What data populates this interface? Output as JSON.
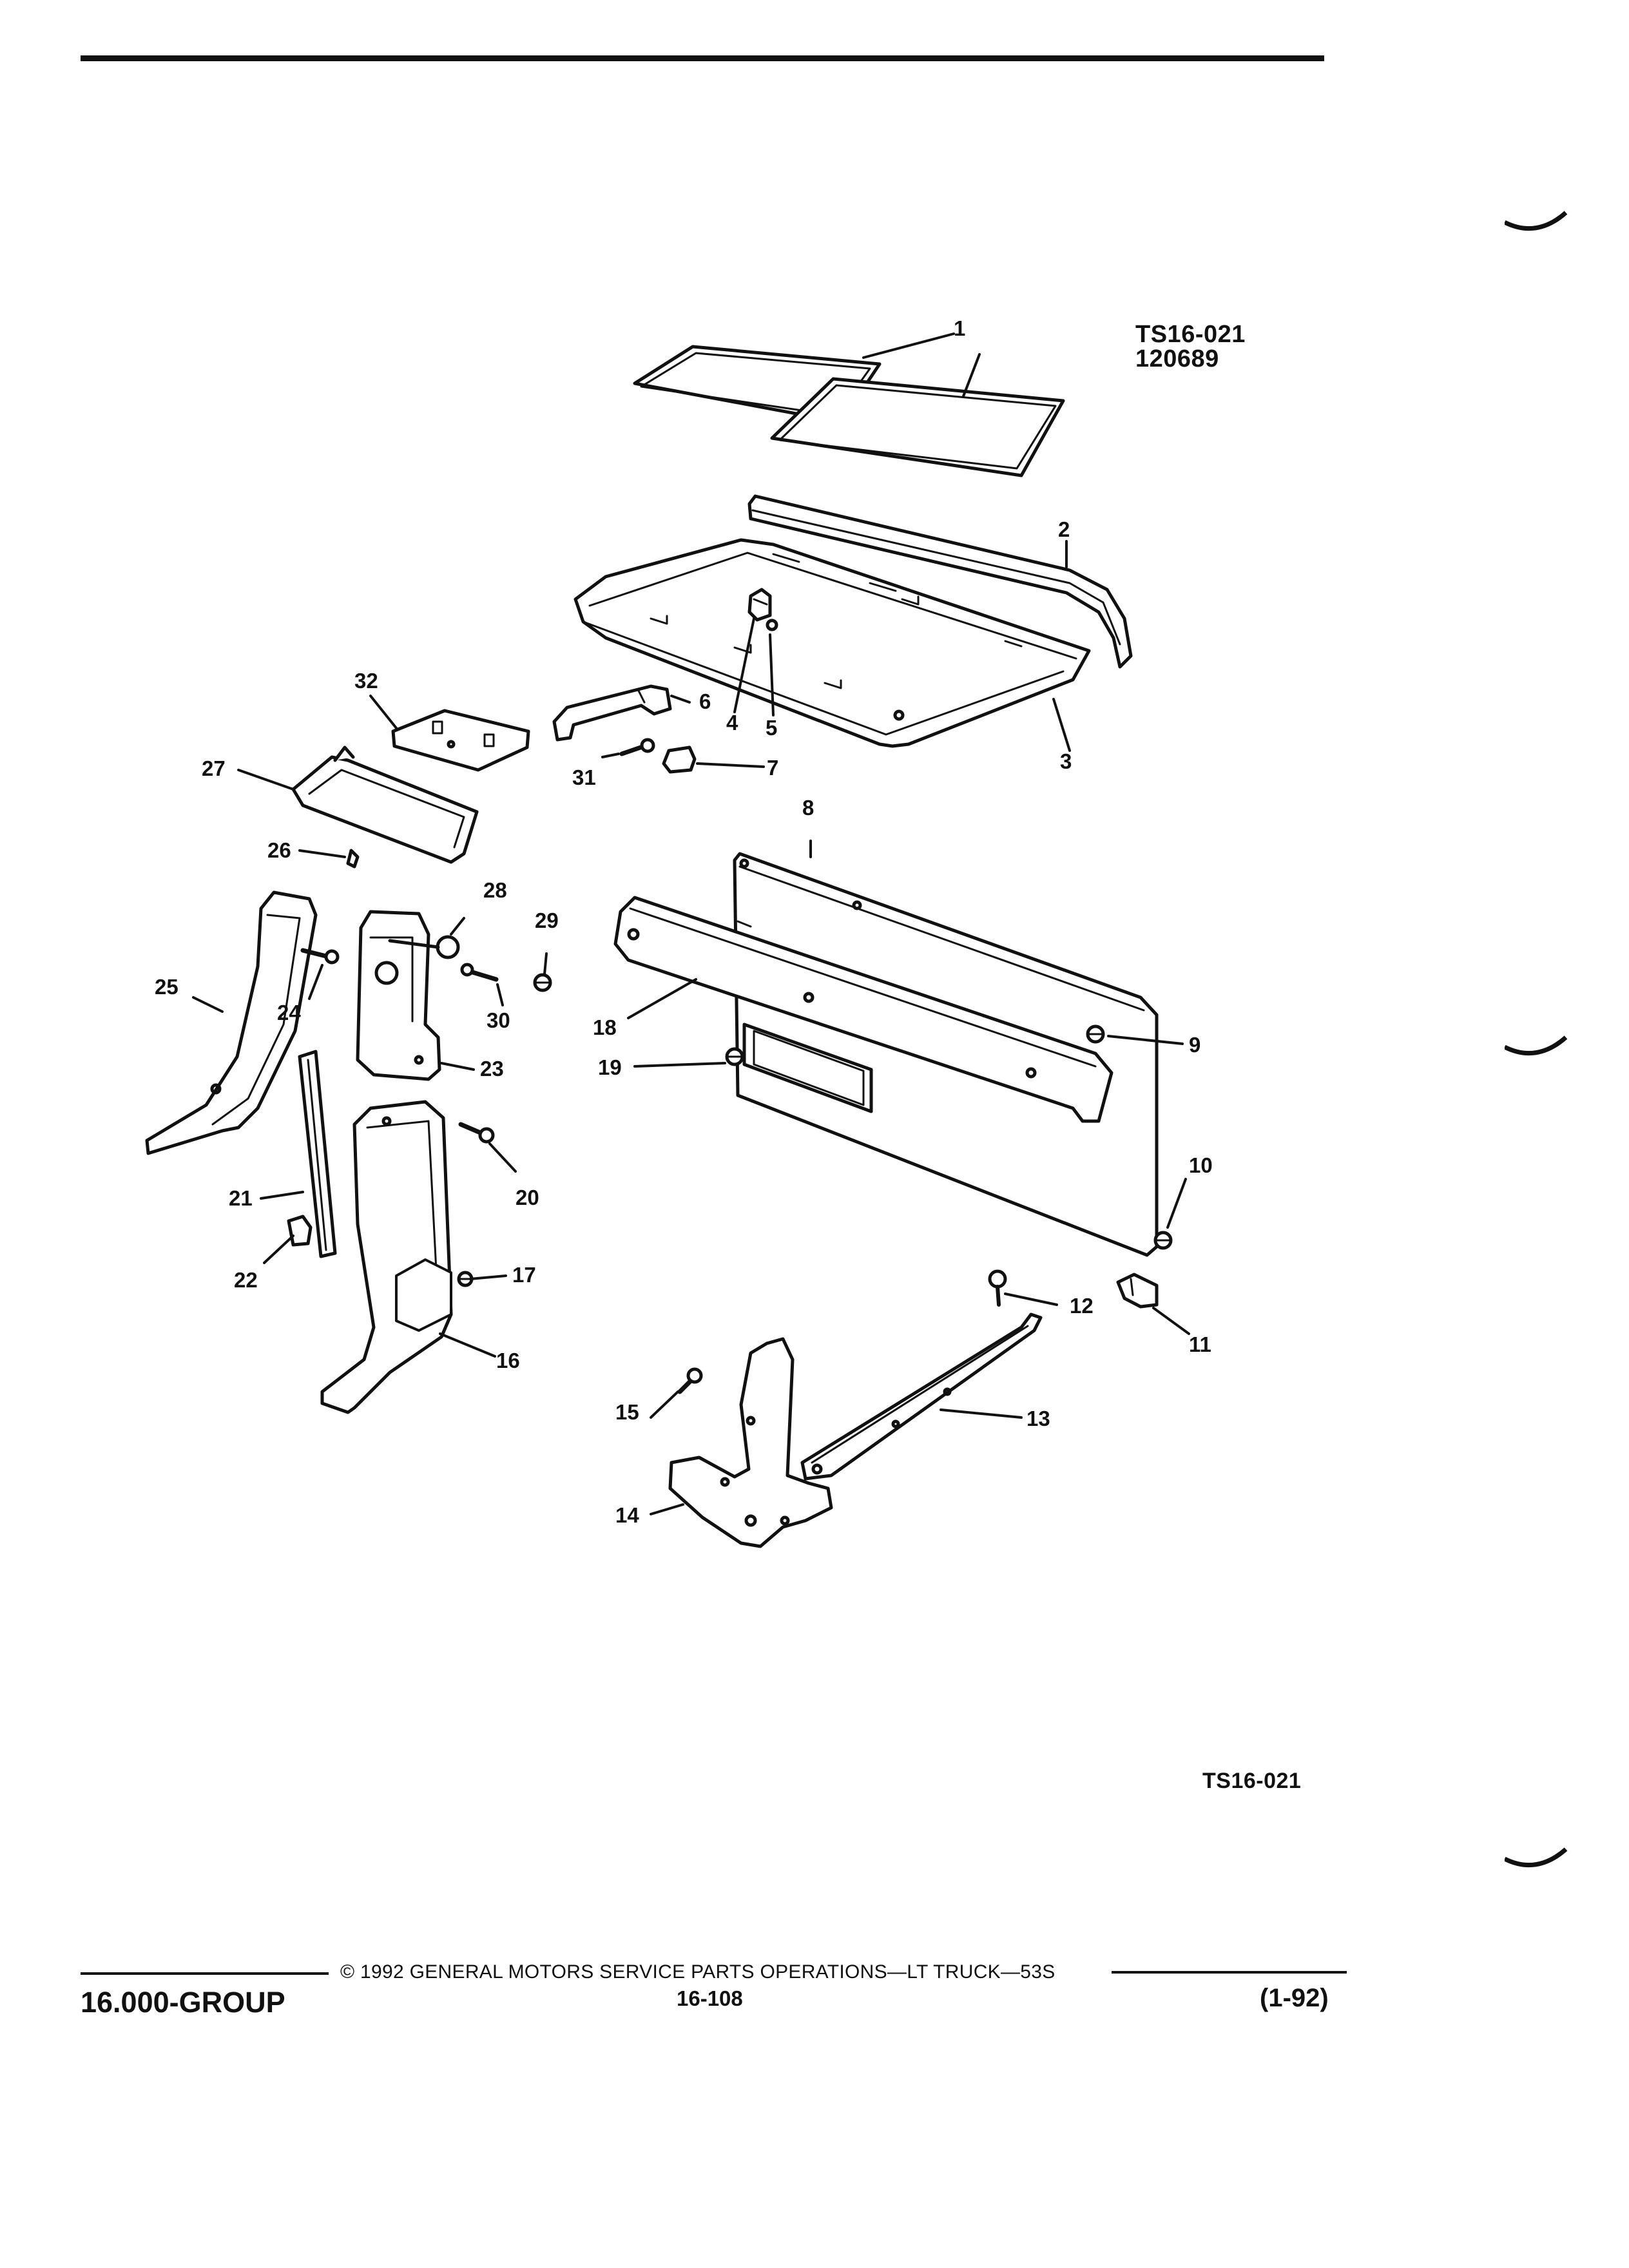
{
  "figure": {
    "id_top": "TS16-021",
    "date_code": "120689",
    "id_bottom": "TS16-021"
  },
  "callouts": {
    "c1": "1",
    "c2": "2",
    "c3": "3",
    "c4": "4",
    "c5": "5",
    "c6": "6",
    "c7": "7",
    "c8": "8",
    "c9": "9",
    "c10": "10",
    "c11": "11",
    "c12": "12",
    "c13": "13",
    "c14": "14",
    "c15": "15",
    "c16": "16",
    "c17": "17",
    "c18": "18",
    "c19": "19",
    "c20": "20",
    "c21": "21",
    "c22": "22",
    "c23": "23",
    "c24": "24",
    "c25": "25",
    "c26": "26",
    "c27": "27",
    "c28": "28",
    "c29": "29",
    "c30": "30",
    "c31": "31",
    "c32": "32"
  },
  "footer": {
    "copyright": "© 1992 GENERAL MOTORS SERVICE PARTS OPERATIONS—LT TRUCK—53S",
    "group": "16.000-GROUP",
    "page_number": "16-108",
    "date": "(1-92)"
  },
  "colors": {
    "ink": "#111111",
    "paper": "#ffffff"
  }
}
